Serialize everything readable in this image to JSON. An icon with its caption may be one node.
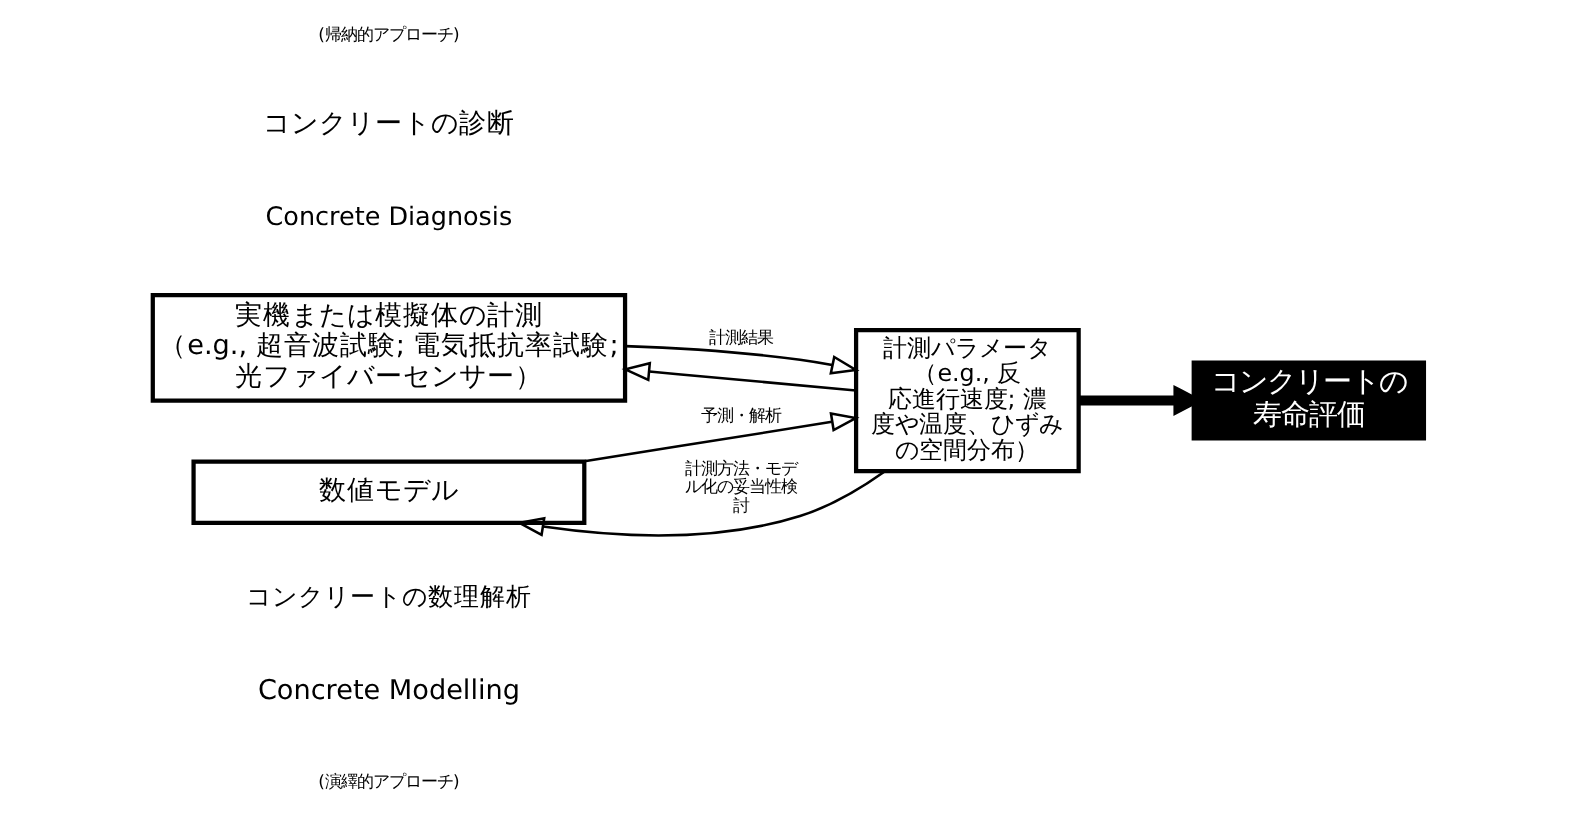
{
  "diagram": {
    "nodes": [
      {
        "text": [
          "実機または模擬体の計測",
          "（e.g., 超音波試験; 電気抵抗率試験; 光ファイバーセンサー）"
        ]
      },
      {
        "text": [
          "数値モデル"
        ]
      },
      {
        "text": [
          "計測パラメータ",
          "（e.g., 反応進行速度; 濃度や温度、ひずみの空間分布）"
        ]
      },
      {
        "text": [
          "コンクリートの寿命評価"
        ]
      }
    ],
    "edges": [
      {
        "from": 0,
        "to": 2,
        "arrow": "to",
        "label": "計測結果"
      },
      {
        "from": 2,
        "to": 0,
        "arrow": "to"
      },
      {
        "from": 2,
        "to": 1,
        "arrow": "to",
        "label": "計測方法・モデル化の妥当性検討"
      },
      {
        "from": 1,
        "to": 2,
        "arrow": "to",
        "label": "予測・解析"
      },
      {
        "from": 2,
        "to": 3,
        "arrow": "to",
        "style": "thick"
      }
    ],
    "labels": [
      "(帰納的アプローチ)",
      "コンクリートの診断",
      "Concrete Diagnosis",
      "コンクリートの数理解析",
      "Concrete Modelling",
      "(演繹的アプローチ)"
    ]
  }
}
